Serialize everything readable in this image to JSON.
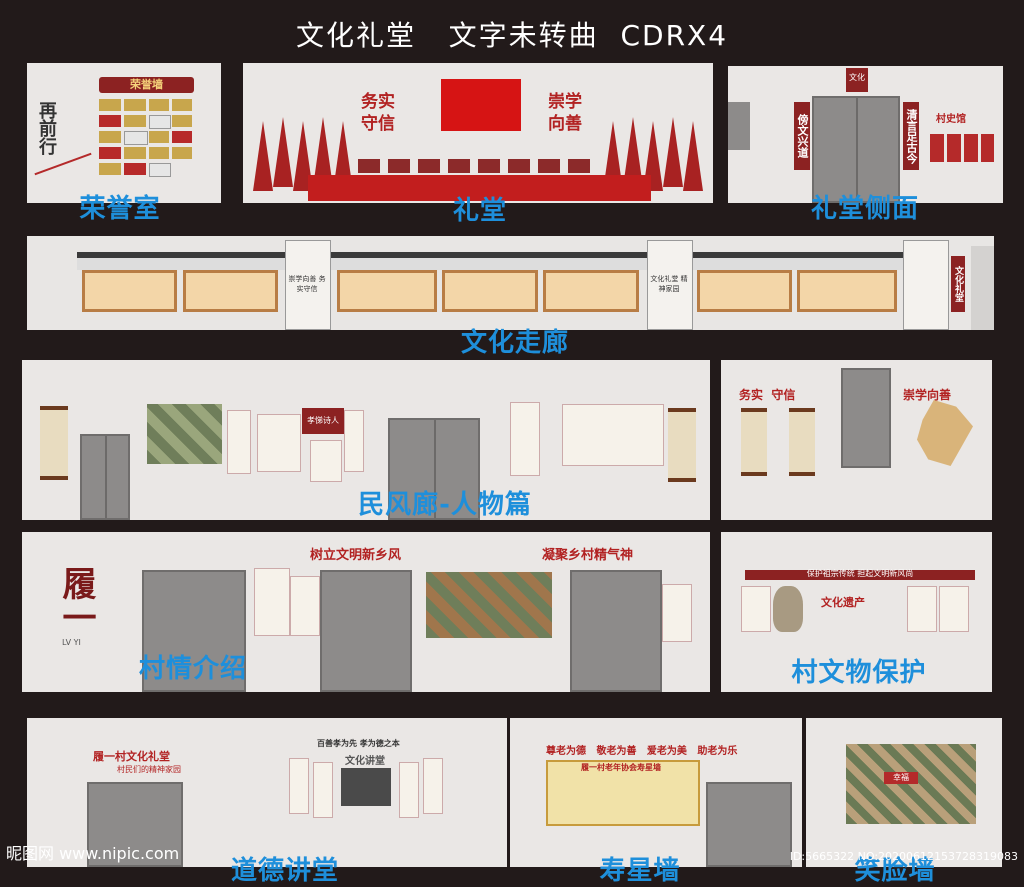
{
  "header": {
    "title": "文化礼堂   文字未转曲  CDRX4"
  },
  "captions": {
    "honor": "荣誉室",
    "hall": "礼堂",
    "hall_side": "礼堂侧面",
    "corridor": "文化走廊",
    "folk": "民风廊-人物篇",
    "village": "村情介绍",
    "relic": "村文物保护",
    "moral": "道德讲堂",
    "elder": "寿星墙",
    "note": "笑脸墙"
  },
  "honor": {
    "board_title": "荣誉墙",
    "slogan": "再前行"
  },
  "hall": {
    "left_top": "务实",
    "left_bottom": "守信",
    "right_top": "崇学",
    "right_bottom": "向善"
  },
  "hall_side": {
    "badge": "文化",
    "left_banner": "傍文兴道",
    "right_banner": "清言足古今",
    "caption_small": "村史馆"
  },
  "corridor": {
    "pillar1": "崇学向善 务实守信",
    "pillar2": "文化礼堂 精神家园",
    "badge": "文化礼堂"
  },
  "folk": {
    "badge": "孝悌诗人",
    "right_title1": "务实  守信",
    "right_title2": "崇学向善"
  },
  "village": {
    "slogan_left": "树立文明新乡风",
    "slogan_right": "凝聚乡村精气神",
    "calligraphy": "履一",
    "subtitle": "LV YI"
  },
  "relic": {
    "header": "保护祖宗传统 担起文明新风尚",
    "subtitle": "文化遗产"
  },
  "moral": {
    "title": "履一村文化礼堂",
    "subtitle": "村民们的精神家园",
    "board_top": "百善孝为先 孝为德之本",
    "board_title": "文化讲堂"
  },
  "elder": {
    "slogan": "尊老为德   敬老为善   爱老为美   助老为乐",
    "board_title": "履一村老年协会寿星墙"
  },
  "note": {
    "label": "幸福"
  },
  "watermark": {
    "site": "昵图网 www.nipic.com",
    "id": "ID:5665322 NO:20200612153728319083"
  }
}
